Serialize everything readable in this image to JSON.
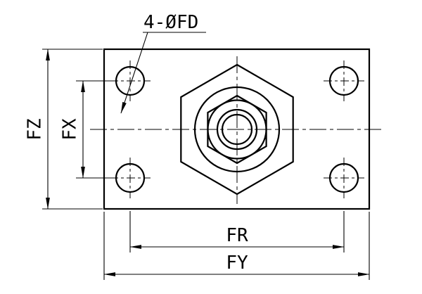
{
  "drawing": {
    "callout": "4-ØFD",
    "dims": {
      "fz": "FZ",
      "fx": "FX",
      "fr": "FR",
      "fy": "FY"
    },
    "colors": {
      "line": "#000000",
      "background": "#ffffff"
    }
  }
}
